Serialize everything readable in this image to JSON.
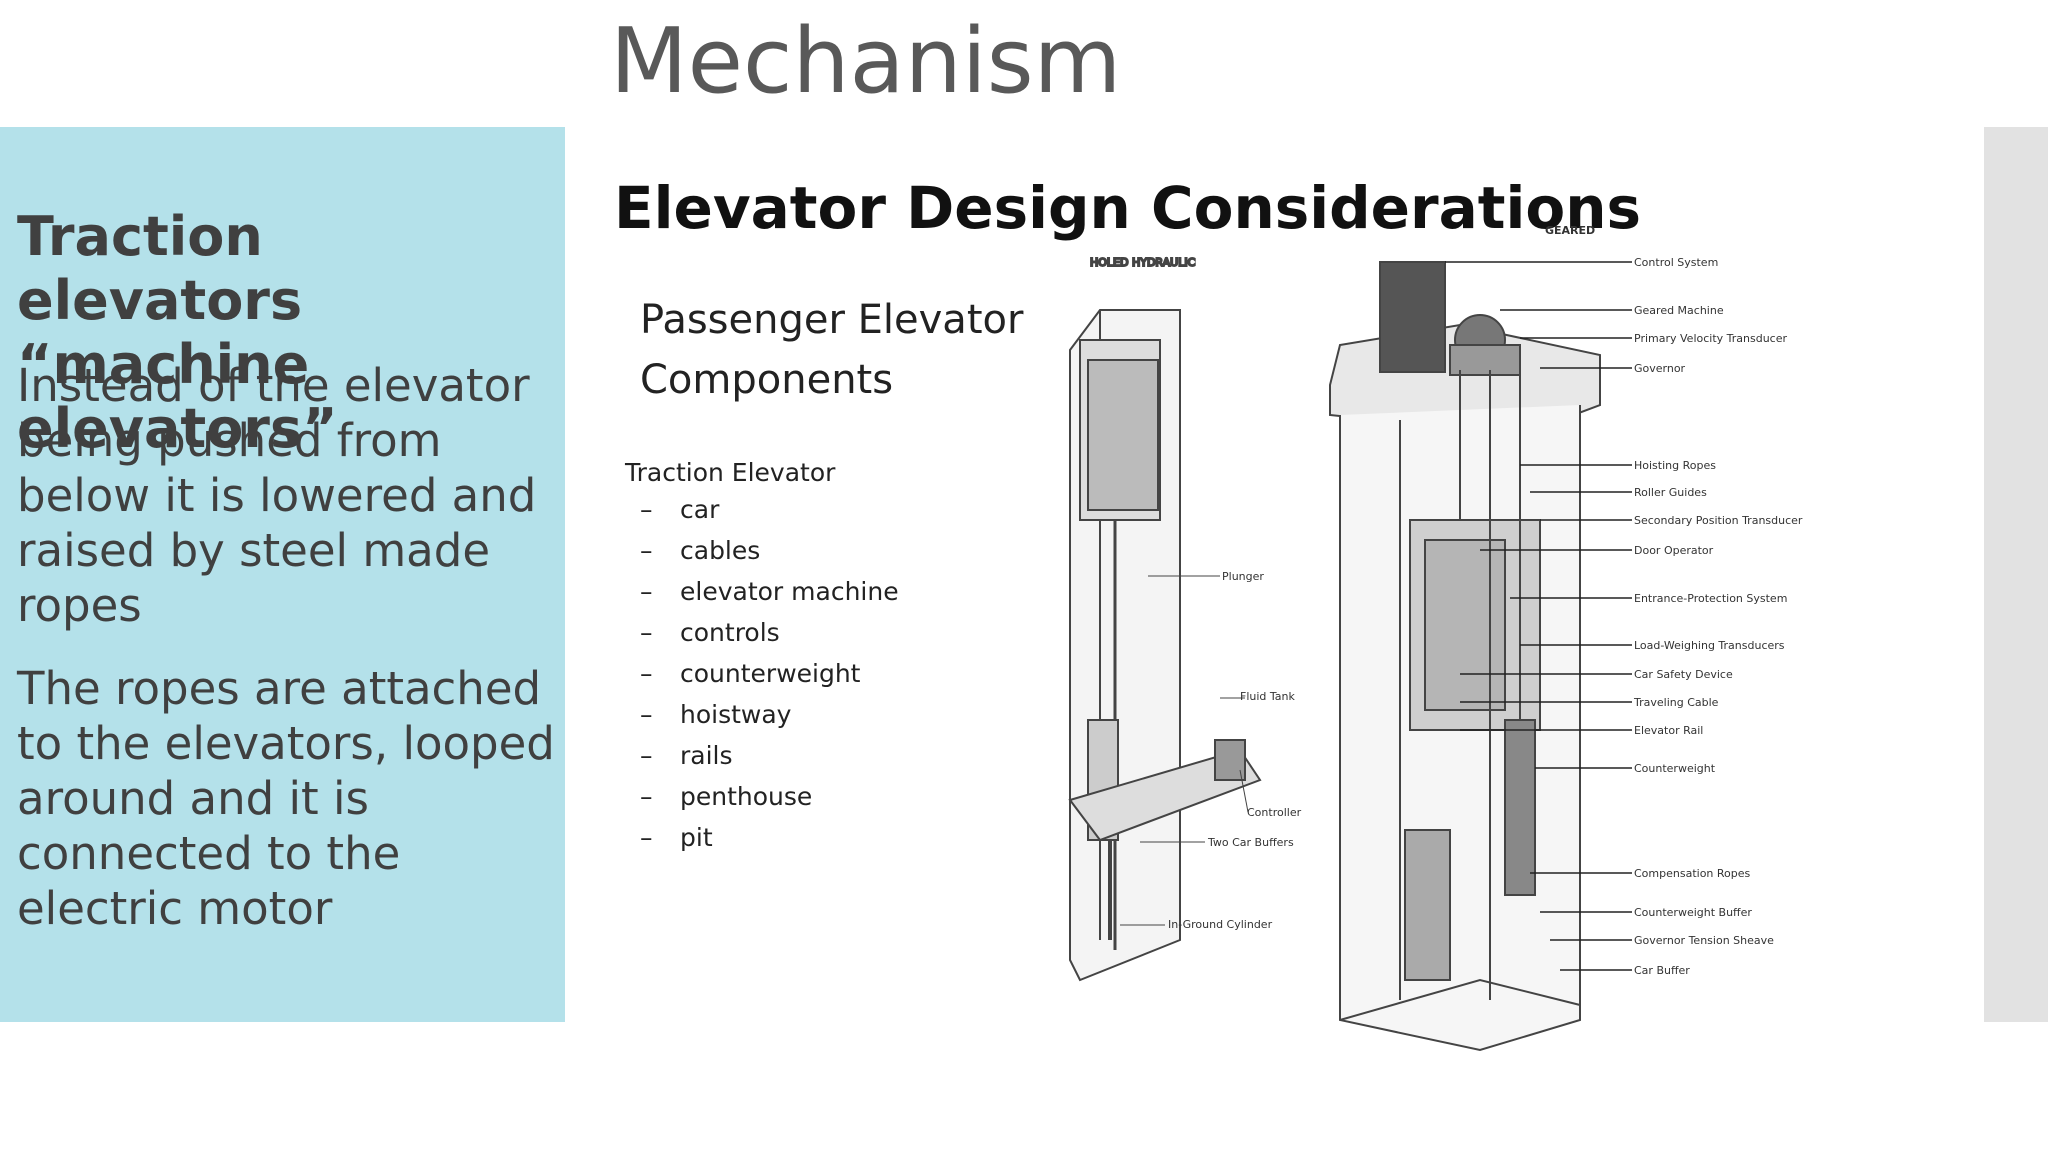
{
  "slide": {
    "title": "Mechanism",
    "heading": "Traction elevators “machine elevators”",
    "paragraphs": [
      "Instead of the elevator being pushed from below it is lowered and raised by steel made ropes",
      "The ropes are attached to the elevators, looped around and it is connected to the electric motor"
    ]
  },
  "figure": {
    "title": "Elevator Design Considerations",
    "subtitle_line1": "Passenger Elevator",
    "subtitle_line2": "Components",
    "list_heading": "Traction Elevator",
    "dash": "–",
    "list_items": [
      "car",
      "cables",
      "elevator machine",
      "controls",
      "counterweight",
      "hoistway",
      "rails",
      "penthouse",
      "pit"
    ],
    "hydraulic_label": "HOLED HYDRAULIC",
    "geared_label": "GEARED",
    "hydraulic_callouts": [
      "Plunger",
      "Fluid Tank",
      "Controller",
      "Two Car Buffers",
      "In-Ground Cylinder"
    ],
    "geared_callouts": [
      "Control System",
      "Geared Machine",
      "Primary Velocity Transducer",
      "Governor",
      "Hoisting Ropes",
      "Roller Guides",
      "Secondary Position Transducer",
      "Door Operator",
      "Entrance-Protection System",
      "Load-Weighing Transducers",
      "Car Safety Device",
      "Traveling Cable",
      "Elevator Rail",
      "Counterweight",
      "Compensation Ropes",
      "Counterweight Buffer",
      "Governor Tension Sheave",
      "Car Buffer"
    ]
  },
  "colors": {
    "panel": "#b4e1ea",
    "text": "#404040",
    "title": "#595959"
  }
}
